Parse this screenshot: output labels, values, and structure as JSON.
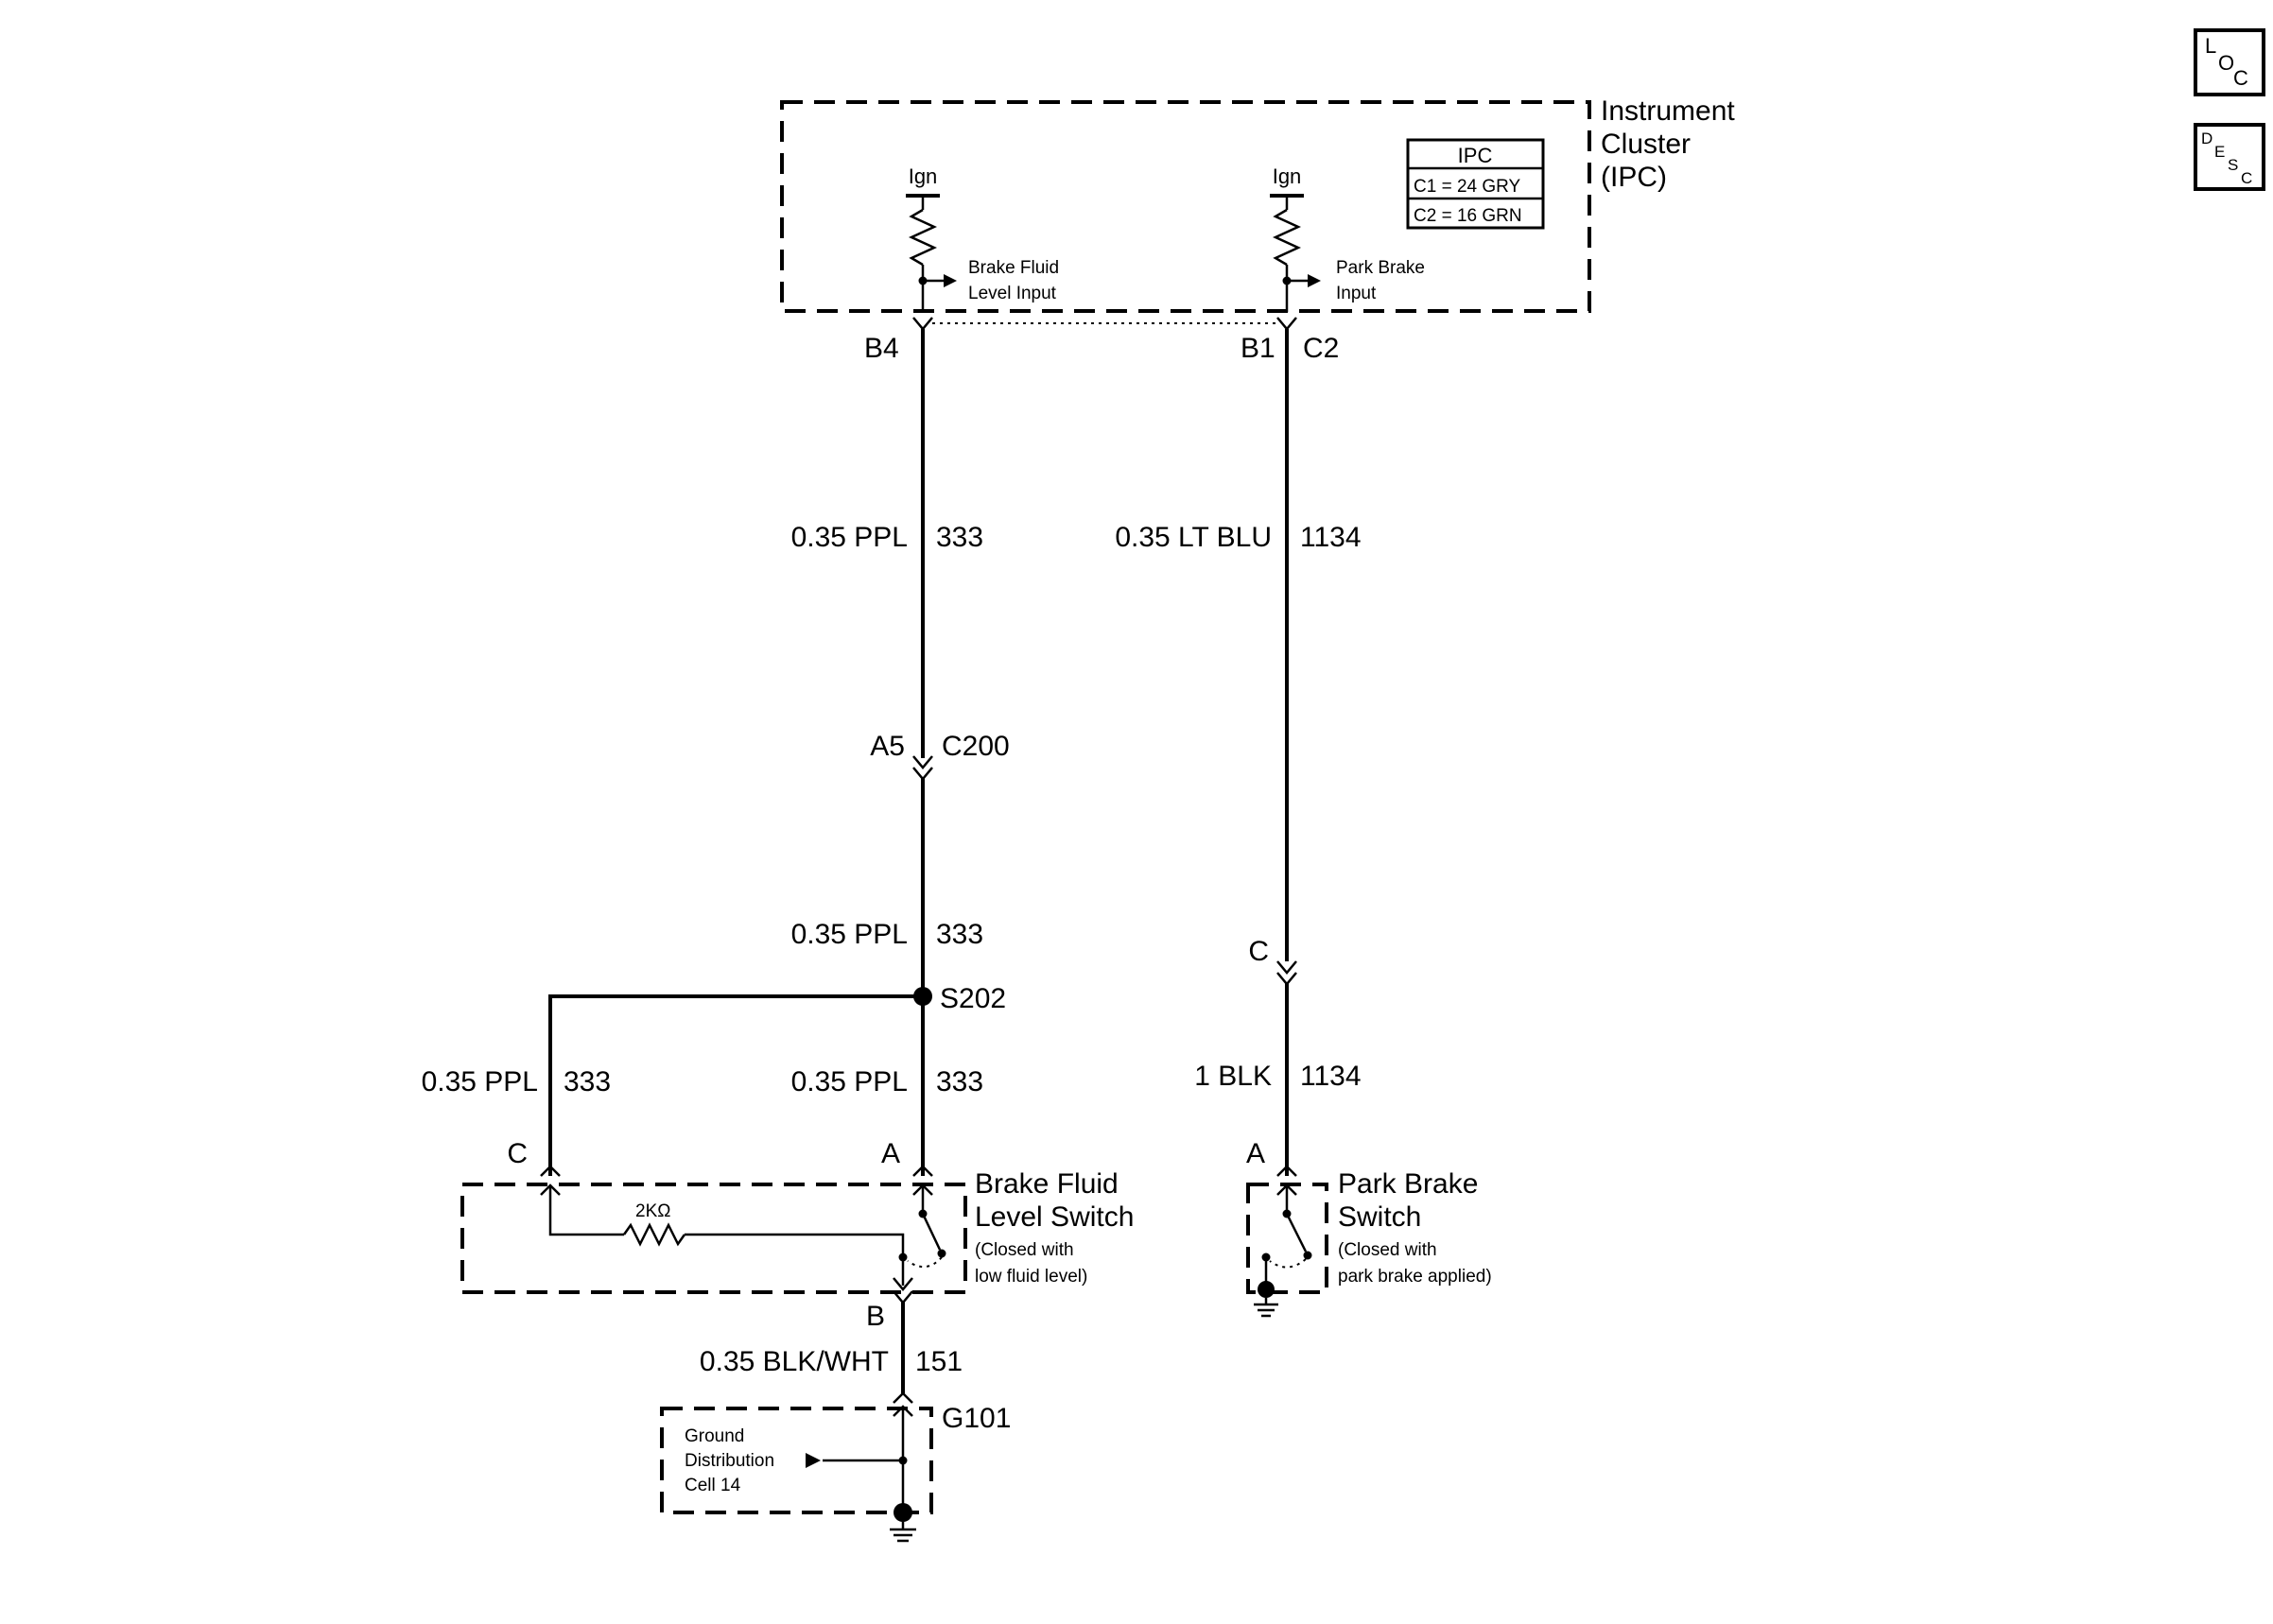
{
  "ipc": {
    "title_line1": "Instrument",
    "title_line2": "Cluster",
    "title_line3": "(IPC)",
    "ign_left": "Ign",
    "ign_right": "Ign",
    "brake_input_line1": "Brake Fluid",
    "brake_input_line2": "Level Input",
    "park_input_line1": "Park Brake",
    "park_input_line2": "Input",
    "table_title": "IPC",
    "table_row1": "C1 = 24 GRY",
    "table_row2": "C2 = 16 GRN"
  },
  "connectors": {
    "b4": "B4",
    "b1": "B1",
    "c2": "C2",
    "a5": "A5",
    "c200": "C200",
    "c_park": "C",
    "s202": "S202",
    "c_switch": "C",
    "a_switch": "A",
    "a_park": "A",
    "b_switch": "B",
    "g101": "G101"
  },
  "wires": {
    "w1_gauge": "0.35 PPL",
    "w1_circuit": "333",
    "w2_gauge": "0.35 LT BLU",
    "w2_circuit": "1134",
    "w3_gauge": "0.35 PPL",
    "w3_circuit": "333",
    "w4_gauge": "0.35 PPL",
    "w4_circuit": "333",
    "w5_gauge": "0.35 PPL",
    "w5_circuit": "333",
    "w6_gauge": "1 BLK",
    "w6_circuit": "1134",
    "w7_gauge": "0.35 BLK/WHT",
    "w7_circuit": "151"
  },
  "brake_switch": {
    "title_line1": "Brake Fluid",
    "title_line2": "Level Switch",
    "note_line1": "(Closed with",
    "note_line2": "low fluid level)",
    "resistor": "2KΩ"
  },
  "park_switch": {
    "title_line1": "Park Brake",
    "title_line2": "Switch",
    "note_line1": "(Closed with",
    "note_line2": "park brake applied)"
  },
  "ground": {
    "line1": "Ground",
    "line2": "Distribution",
    "line3": "Cell 14"
  },
  "side_buttons": {
    "loc_l": "L",
    "loc_o": "O",
    "loc_c": "C",
    "desc_d": "D",
    "desc_e": "E",
    "desc_s": "S",
    "desc_c": "C"
  }
}
